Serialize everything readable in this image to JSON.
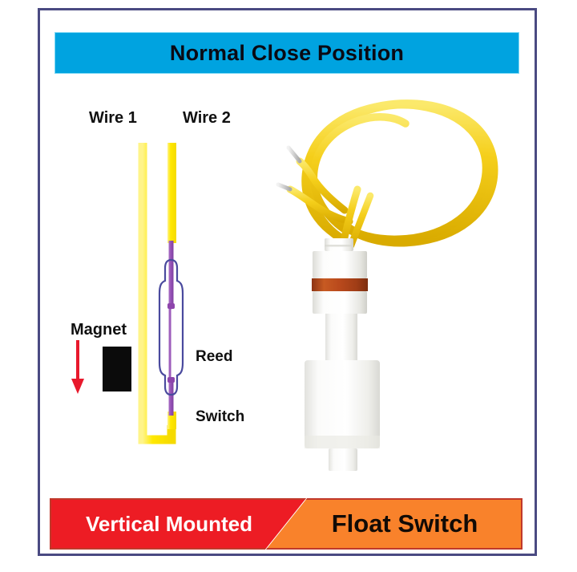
{
  "header": {
    "title": "Normal Close Position",
    "background_color": "#00a3e0",
    "text_color": "#0a0a14"
  },
  "diagram": {
    "wire1_label": "Wire 1",
    "wire2_label": "Wire 2",
    "magnet_label": "Magnet",
    "reed_label_line1": "Reed",
    "reed_label_line2": "Switch",
    "wire_color": "#ffeb00",
    "reed_contact_color": "#9b59b6",
    "reed_capsule_color": "#4a4a9e",
    "magnet_color": "#0a0a0a",
    "arrow_color": "#e8192c",
    "state": "closed"
  },
  "photo": {
    "cable_color": "#f2c800",
    "body_color": "#f4f4f2",
    "oring_color": "#b5451d",
    "lead_tip_color": "#d8d8d8",
    "description": "vertical float switch with yellow coiled leads"
  },
  "footer": {
    "left_label": "Vertical Mounted",
    "right_label": "Float Switch",
    "left_color": "#ed1c24",
    "right_color": "#f9822b",
    "border_color": "#c0392b"
  },
  "frame": {
    "border_color": "#4a4a82"
  }
}
